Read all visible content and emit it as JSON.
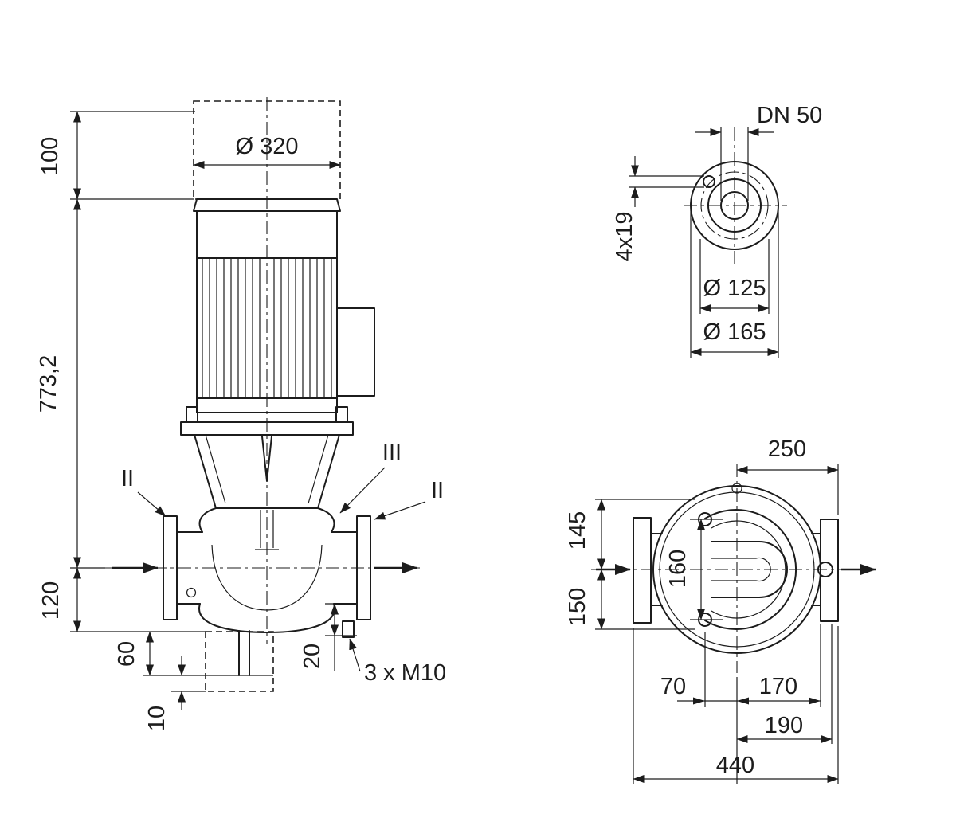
{
  "side_view": {
    "labels": {
      "top_clearance": "100",
      "motor_dia": "Ø 320",
      "overall_height": "773,2",
      "port_center_height": "120",
      "foot_depth": "60",
      "base_thickness": "10",
      "drain_offset": "20",
      "fixing_thread": "3 x M10",
      "section_left": "II",
      "section_right": "II",
      "section_mid": "III"
    }
  },
  "flange_view": {
    "labels": {
      "nominal_dia": "DN 50",
      "bolt_holes": "4x19",
      "bolt_circle_dia": "Ø 125",
      "flange_dia": "Ø 165"
    }
  },
  "top_view": {
    "labels": {
      "center_to_flange": "250",
      "front_offset": "145",
      "bolt_spacing": "160",
      "rear_offset": "150",
      "hole_offset": "70",
      "center_to_face": "170",
      "center_to_hole": "190",
      "overall_width": "440"
    }
  }
}
